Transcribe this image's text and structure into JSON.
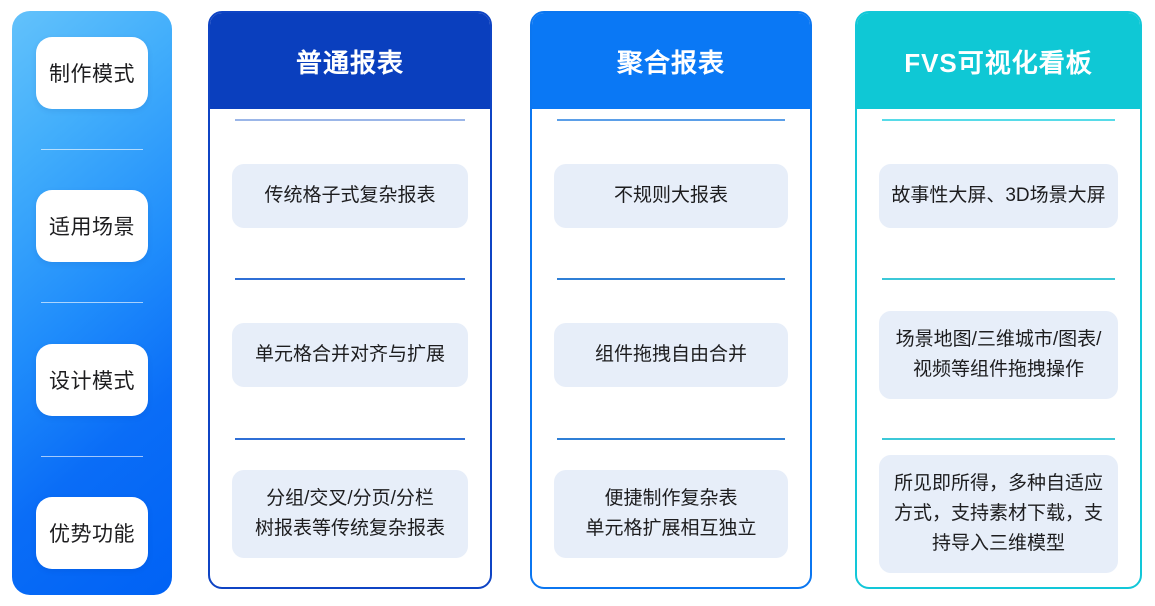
{
  "sidebar": {
    "items": [
      {
        "label": "制作模式"
      },
      {
        "label": "适用场景"
      },
      {
        "label": "设计模式"
      },
      {
        "label": "优势功能"
      }
    ]
  },
  "columns": [
    {
      "title": "普通报表",
      "header_color": "#0a3fbe",
      "border_color": "#0f44c4",
      "rule_color": "#9bb6e8",
      "cells": [
        "传统格子式复杂报表",
        "单元格合并对齐与扩展",
        "分组/交叉/分页/分栏\n树报表等传统复杂报表"
      ]
    },
    {
      "title": "聚合报表",
      "header_color": "#0a78f5",
      "border_color": "#0b76f0",
      "rule_color": "#5b9fe8",
      "cells": [
        "不规则大报表",
        "组件拖拽自由合并",
        "便捷制作复杂表\n单元格扩展相互独立"
      ]
    },
    {
      "title": "FVS可视化看板",
      "header_color": "#0fc8d5",
      "border_color": "#12c7d8",
      "rule_color": "#57dbe8",
      "cells": [
        "故事性大屏、3D场景大屏",
        "场景地图/三维城市/图表/视频等组件拖拽操作",
        "所见即所得，多种自适应方式，支持素材下载，支持导入三维模型"
      ]
    }
  ],
  "theme": {
    "page_background": "#ffffff",
    "cell_background": "#e7eef9",
    "sidebar_gradient_from": "#63c2fb",
    "sidebar_gradient_to": "#0062f5",
    "pill_background": "#ffffff",
    "text_color": "#1d1d1f"
  }
}
